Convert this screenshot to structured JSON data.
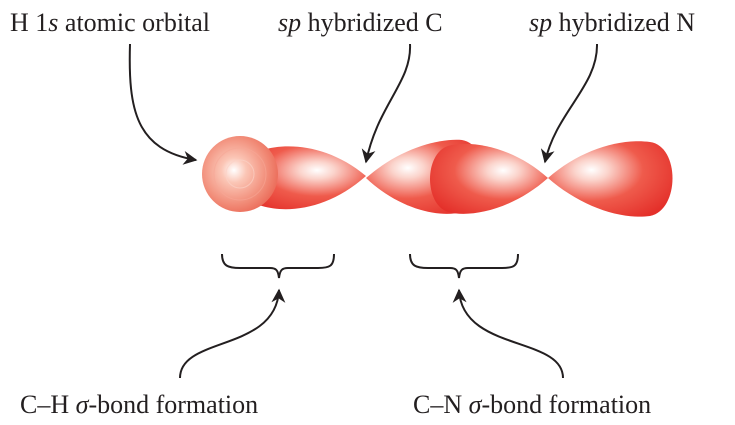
{
  "labels": {
    "h1s": {
      "prefix": "H 1",
      "italic": "s",
      "suffix": " atomic orbital"
    },
    "sp_c": {
      "prefix": "",
      "italic": "sp",
      "suffix": " hybridized C"
    },
    "sp_n": {
      "prefix": "",
      "italic": "sp",
      "suffix": " hybridized N"
    },
    "ch_bond": {
      "prefix": "C–H ",
      "italic": "σ",
      "suffix": "-bond formation"
    },
    "cn_bond": {
      "prefix": "C–N ",
      "italic": "σ",
      "suffix": "-bond formation"
    }
  },
  "colors": {
    "lobe_dark": "#e8322b",
    "lobe_light": "#ffffff",
    "s_orbital_mid": "#f08070",
    "line": "#231f20"
  }
}
